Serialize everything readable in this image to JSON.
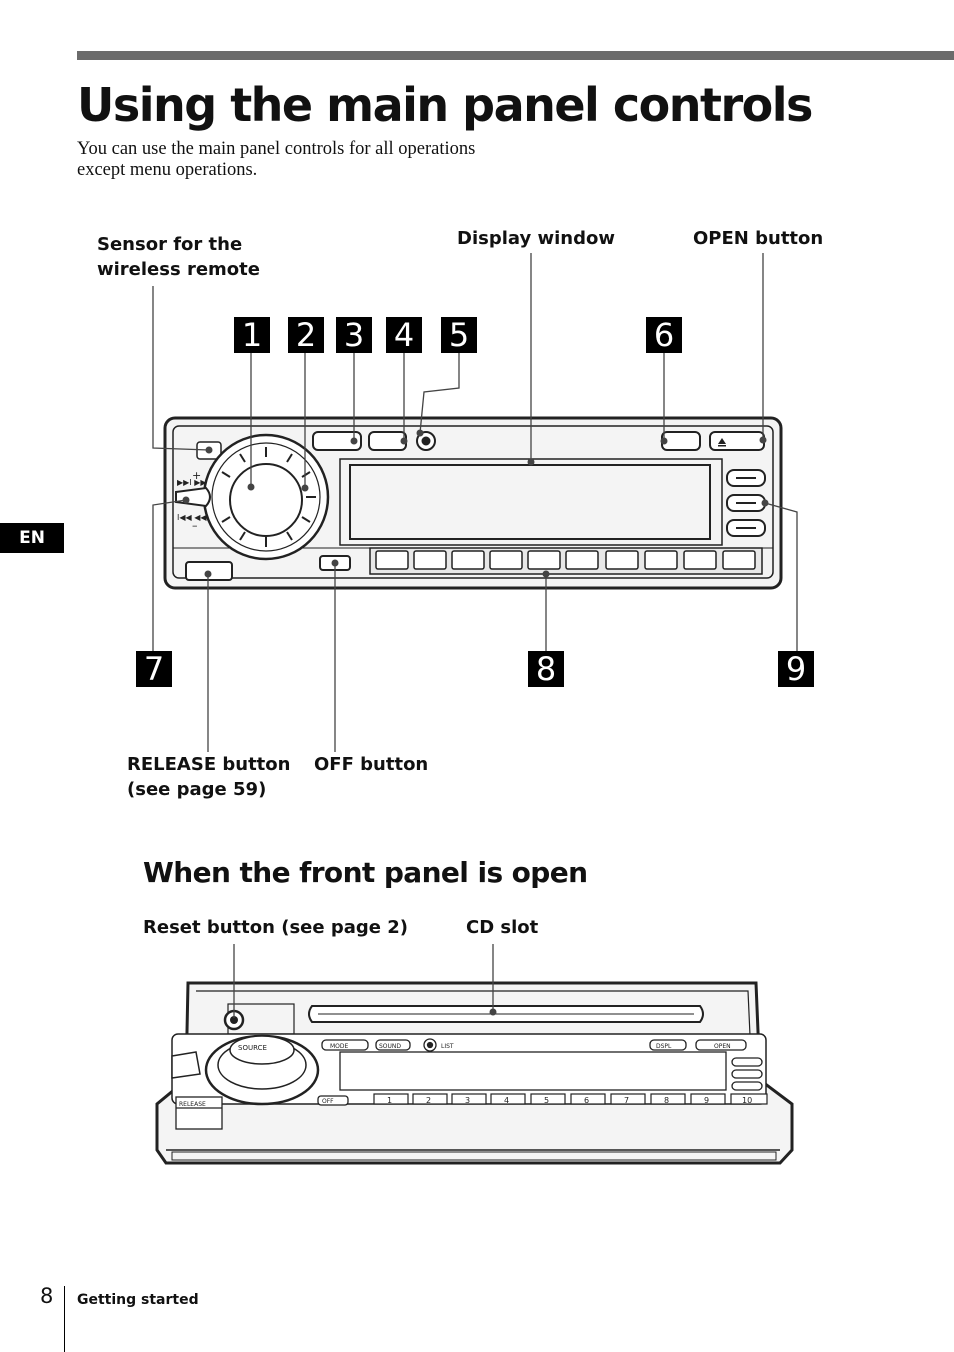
{
  "page": {
    "title": "Using the main panel controls",
    "intro_line1": "You can use the main panel controls for all operations",
    "intro_line2": "except menu operations.",
    "language_tab": "EN",
    "page_number": "8",
    "section": "Getting started"
  },
  "diagram1": {
    "labels": {
      "sensor_line1": "Sensor for the",
      "sensor_line2": "wireless remote",
      "display_window": "Display window",
      "open_button": "OPEN button",
      "release_line1": "RELEASE button",
      "release_line2": "(see page 59)",
      "off_button": "OFF button"
    },
    "callouts": [
      "1",
      "2",
      "3",
      "4",
      "5",
      "6",
      "7",
      "8",
      "9"
    ]
  },
  "diagram2": {
    "heading": "When the front panel is open",
    "labels": {
      "reset_button": "Reset button (see page 2)",
      "cd_slot": "CD slot"
    },
    "panel_text": {
      "source": "SOURCE",
      "mode": "MODE",
      "sound": "SOUND",
      "list": "LIST",
      "dspl": "DSPL",
      "open": "OPEN",
      "off": "OFF",
      "release": "RELEASE",
      "presets": [
        "1",
        "2",
        "3",
        "4",
        "5",
        "6",
        "7",
        "8",
        "9",
        "10"
      ]
    }
  }
}
